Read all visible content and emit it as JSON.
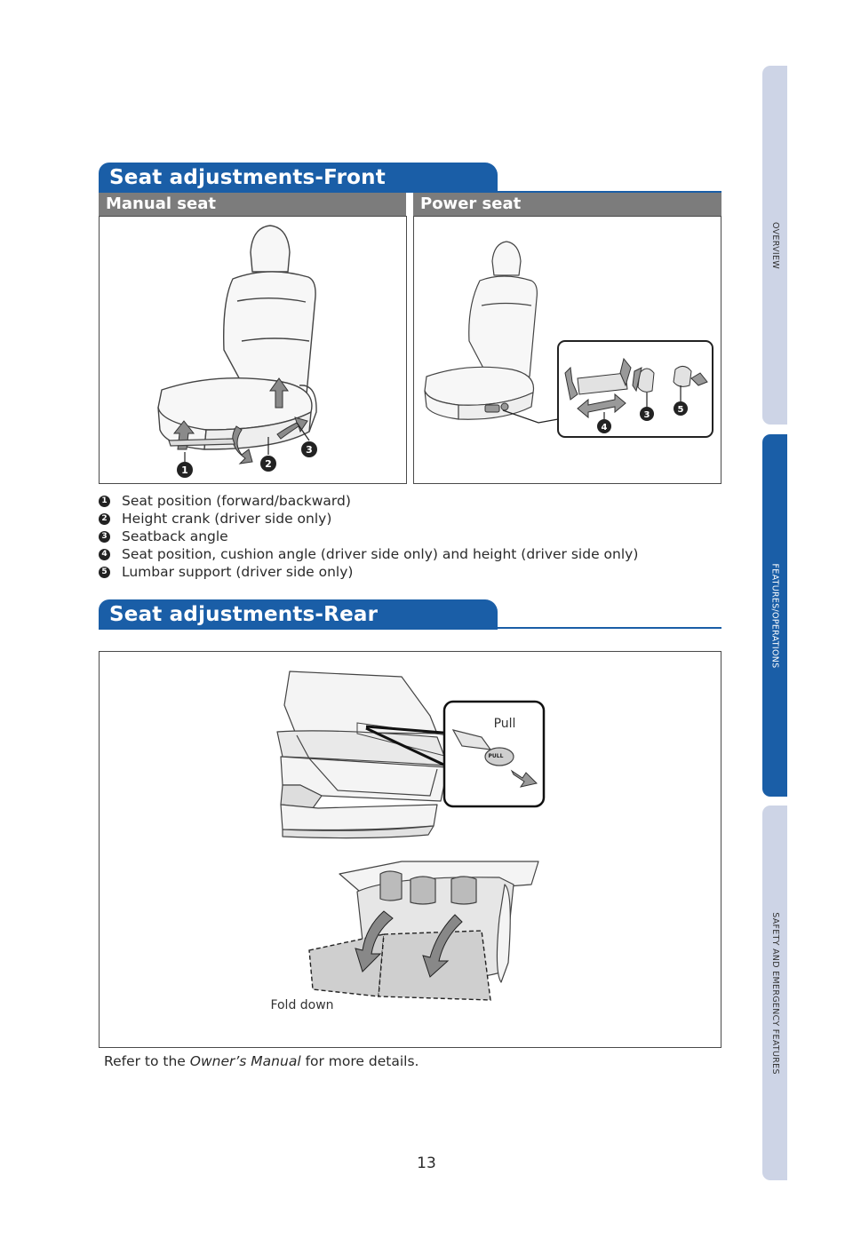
{
  "front": {
    "title": "Seat adjustments-Front",
    "manual_label": "Manual seat",
    "power_label": "Power seat",
    "legend": [
      {
        "num": "1",
        "text": "Seat position (forward/backward)"
      },
      {
        "num": "2",
        "text": "Height crank (driver side only)"
      },
      {
        "num": "3",
        "text": "Seatback angle"
      },
      {
        "num": "4",
        "text": "Seat position, cushion angle (driver side only) and height (driver side only)"
      },
      {
        "num": "5",
        "text": "Lumbar support (driver side only)"
      }
    ]
  },
  "rear": {
    "title": "Seat adjustments-Rear",
    "pull_label": "Pull",
    "knob_text": "PULL",
    "fold_label": "Fold down"
  },
  "footer": {
    "refer_before": "Refer to the ",
    "refer_italic": "Owner’s Manual",
    "refer_after": " for more details."
  },
  "page_number": "13",
  "side_tabs": [
    {
      "label": "OVERVIEW",
      "active": false
    },
    {
      "label": "FEATURES/OPERATIONS",
      "active": true
    },
    {
      "label": "SAFETY AND EMERGENCY FEATURES",
      "active": false
    }
  ],
  "colors": {
    "accent": "#1a5ea7",
    "tab_inactive": "#cdd4e6",
    "subhead": "#7c7c7c"
  }
}
